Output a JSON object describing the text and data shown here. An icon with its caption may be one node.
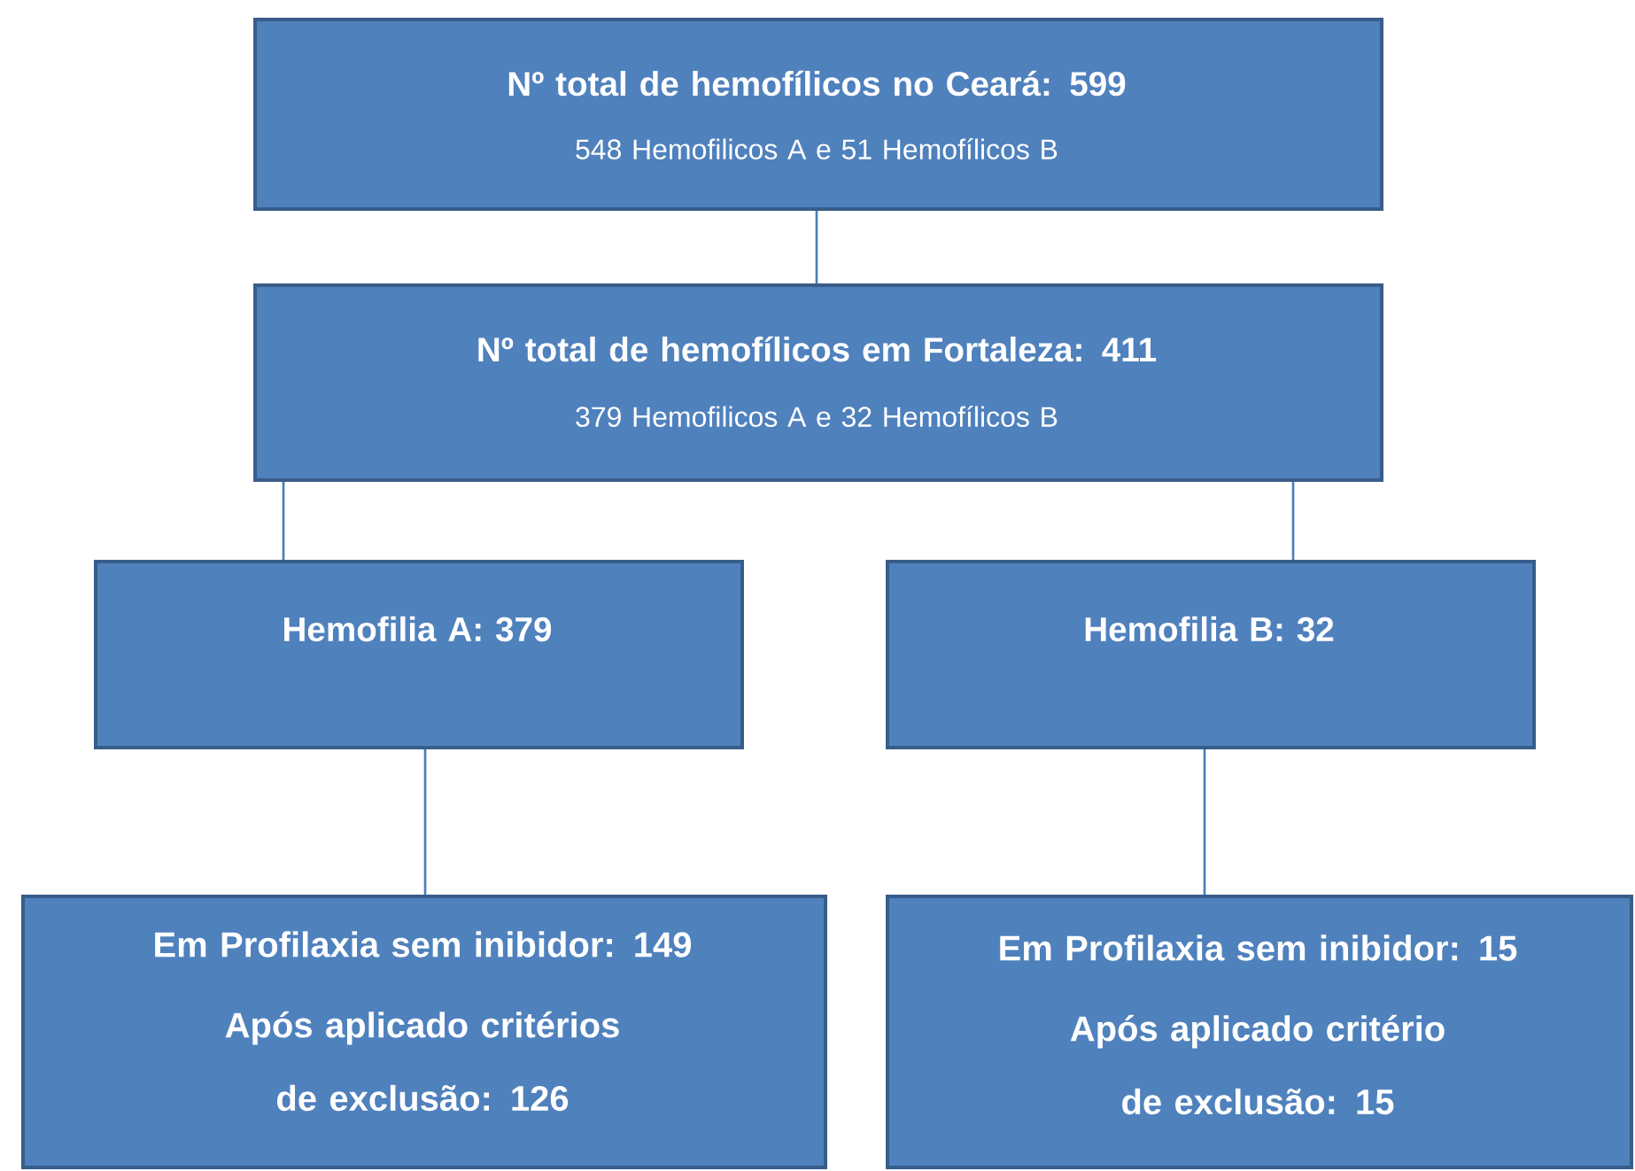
{
  "diagram": {
    "nodes": [
      {
        "text": [
          "**Nº total de hemofílicos no Ceará:** 599",
          "548 Hemofilicos A e 51 Hemofílicos B"
        ]
      },
      {
        "text": [
          "Nº total de hemofílicos em Fortaleza: 411",
          "379 Hemofilicos A e 32 Hemofílicos B"
        ]
      },
      {
        "text": [
          "Hemofilia A: 379"
        ]
      },
      {
        "text": [
          "Hemofilia B: 32"
        ]
      },
      {
        "text": [
          "Em Profilaxia sem inibidor: 149",
          "Após aplicado critérios de exclusão: 126"
        ]
      },
      {
        "text": [
          "Em Profilaxia sem inibidor: 15",
          "Após aplicado critério de exclusão: 15"
        ]
      }
    ],
    "edges": [
      {
        "from": 0,
        "to": 1,
        "arrow": "none"
      },
      {
        "from": 1,
        "to": 2,
        "arrow": "none"
      },
      {
        "from": 1,
        "to": 3,
        "arrow": "none"
      },
      {
        "from": 2,
        "to": 4,
        "arrow": "none"
      },
      {
        "from": 3,
        "to": 5,
        "arrow": "none"
      }
    ]
  }
}
